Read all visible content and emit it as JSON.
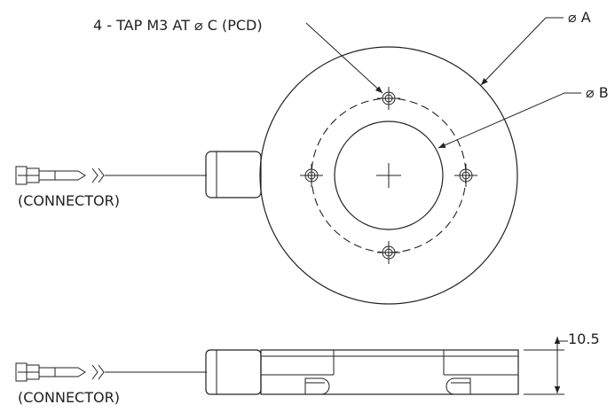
{
  "labels": {
    "tap_note": "4 - TAP   M3   AT  ⌀ C   (PCD)",
    "dia_a": "⌀ A",
    "dia_b": "⌀ B",
    "connector_top": "(CONNECTOR)",
    "connector_bottom": "(CONNECTOR)",
    "height_dim": "10.5"
  },
  "colors": {
    "line": "#222222",
    "background": "#ffffff"
  }
}
